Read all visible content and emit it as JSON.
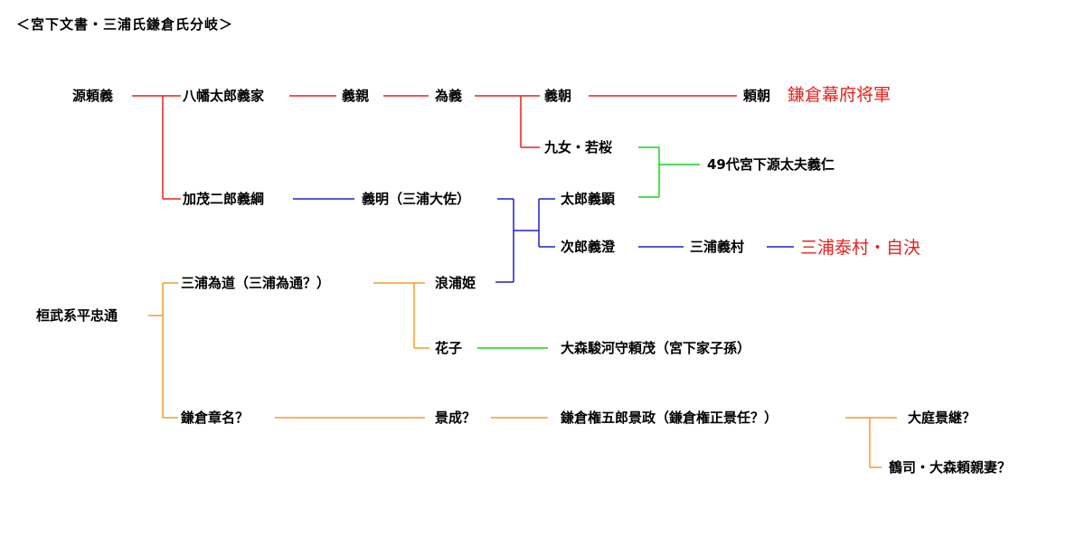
{
  "title": "＜宮下文書・三浦氏鎌倉氏分岐＞",
  "colors": {
    "red": "#e8211b",
    "blue": "#1f1fce",
    "green": "#19d219",
    "orange": "#f59a2a"
  },
  "nodes": {
    "minamoto_yoriyoshi": "源頼義",
    "hachiman_taro": "八幡太郎義家",
    "yoshichika": "義親",
    "tameyoshi": "為義",
    "yoshitomo": "義朝",
    "yoritomo": "頼朝",
    "yoritomo_note": "鎌倉幕府将軍",
    "kunyo": "九女・若桜",
    "miyashita": "49代宮下源太夫義仁",
    "kamo_jiro": "加茂二郎義綱",
    "yoshiaki": "義明（三浦大佐）",
    "taro_yoshiaki": "太郎義顕",
    "jiro_yoshizumi": "次郎義澄",
    "miura_yoshimura": "三浦義村",
    "yasumura_note": "三浦泰村・自決",
    "kanmu_taira": "桓武系平忠通",
    "miura_tamemichi": "三浦為道（三浦為通？）",
    "namiura_hime": "浪浦姫",
    "hanako": "花子",
    "omori_suruga": "大森駿河守頼茂（宮下家子孫）",
    "kamakura_shomei": "鎌倉章名？",
    "kagenari": "景成？",
    "kamakura_gongoro": "鎌倉権五郎景政（鎌倉権正景任？）",
    "oba_kagetsugu": "大庭景継？",
    "tsurutsukasa": "鶴司・大森頼親妻？"
  }
}
